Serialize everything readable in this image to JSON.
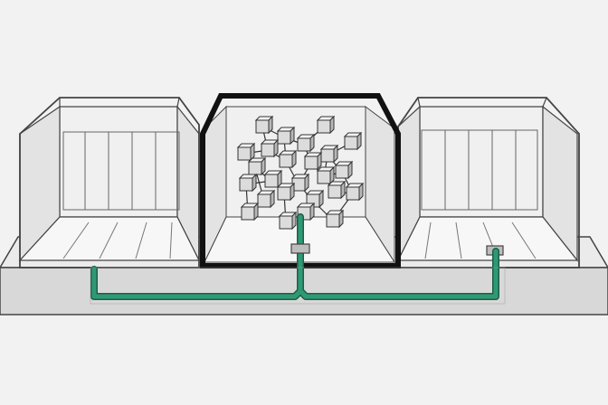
{
  "scene": {
    "colors": {
      "background": "#f2f2f2",
      "platform_top": "#ebebeb",
      "platform_front": "#d8d8d8",
      "outline": "#444444",
      "room_wall": "#e3e3e3",
      "room_back": "#f0f0f0",
      "room_floor": "#f7f7f7",
      "highlight_frame": "#111111",
      "cable": "#2e9a74",
      "cable_dark": "#1d5e48",
      "node_face": "#dcdcdc",
      "node_top": "#f4f4f4",
      "node_side": "#b8b8b8"
    },
    "rooms": [
      {
        "id": "left",
        "state": "empty",
        "highlighted": false
      },
      {
        "id": "center",
        "state": "node-network",
        "highlighted": true
      },
      {
        "id": "right",
        "state": "empty-with-port",
        "highlighted": false
      }
    ],
    "icons": [
      "cube-node-icon",
      "cable-icon",
      "port-icon"
    ]
  }
}
